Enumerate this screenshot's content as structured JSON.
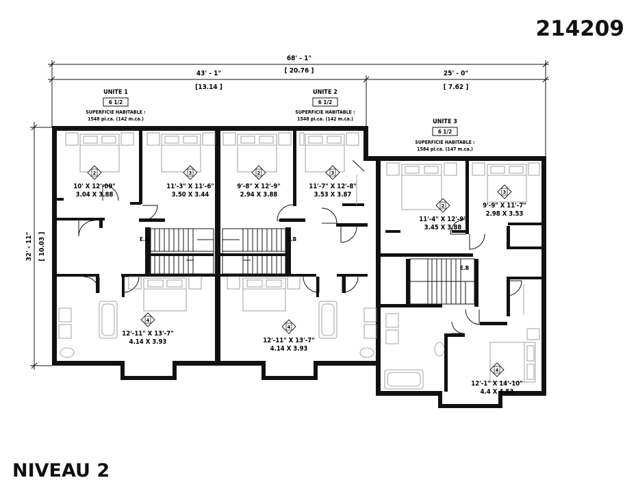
{
  "plan_number": "214209",
  "level_label": "NIVEAU 2",
  "dimensions": {
    "total_width": "68' - 1\"",
    "total_width_m": "[ 20.76 ]",
    "left_width": "43' - 1\"",
    "left_width_m": "[13.14 ]",
    "right_width": "25' - 0\"",
    "right_width_m": "[ 7.62 ]",
    "depth": "32' - 11\"",
    "depth_m": "[ 10.03 ]"
  },
  "units": [
    {
      "title": "UNITE 1",
      "type": "6 1/2",
      "area_label": "SUPERFICIE HABITABLE :",
      "area": "1548 pi.ca. (142 m.ca.)"
    },
    {
      "title": "UNITE 2",
      "type": "6 1/2",
      "area_label": "SUPERFICIE HABITABLE :",
      "area": "1548 pi.ca. (142 m.ca.)"
    },
    {
      "title": "UNITE 3",
      "type": "6 1/2",
      "area_label": "SUPERFICIE HABITABLE :",
      "area": "1584 pi.ca. (147 m.ca.)"
    }
  ],
  "rooms": [
    {
      "num": "2",
      "imperial": "10' X 12'-09\"",
      "metric": "3.04 X 3.88"
    },
    {
      "num": "3",
      "imperial": "11'-3\" X 11'-6\"",
      "metric": "3.50 X 3.44"
    },
    {
      "num": "2",
      "imperial": "9'-8\" X 12'-9\"",
      "metric": "2.94 X 3.88"
    },
    {
      "num": "3",
      "imperial": "11'-7\" X 12'-8\"",
      "metric": "3.53 X 3.87"
    },
    {
      "num": "2",
      "imperial": "11'-4\" X 12'-9\"",
      "metric": "3.45 X 3.88"
    },
    {
      "num": "3",
      "imperial": "9'-9\" X 11'-7\"",
      "metric": "2.98 X 3.53"
    },
    {
      "num": "4",
      "imperial": "12'-11\" X 13'-7\"",
      "metric": "4.14 X 3.93"
    },
    {
      "num": "4",
      "imperial": "12'-11\" X 13'-7\"",
      "metric": "4.14 X 3.93"
    },
    {
      "num": "4",
      "imperial": "12'-1\" X 14'-10\"",
      "metric": "4.4 X 4.53"
    }
  ],
  "eb_label": "E.B"
}
